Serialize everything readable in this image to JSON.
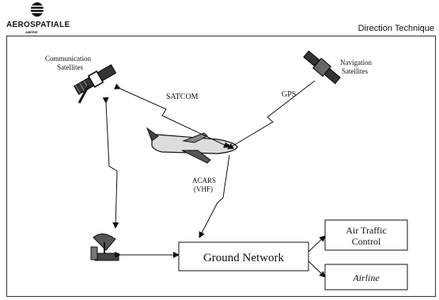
{
  "header": {
    "logo_text": "AEROSPATIALE",
    "logo_sub": "AMERIS",
    "department": "Direction Technique"
  },
  "diagram": {
    "comm_sat_label_1": "Communication",
    "comm_sat_label_2": "Satellites",
    "nav_sat_label_1": "Navigation",
    "nav_sat_label_2": "Satellites",
    "satcom_label": "SATCOM",
    "gps_label": "GPS",
    "acars_label_1": "ACARS",
    "acars_label_2": "(VHF)",
    "ground_network": "Ground Network",
    "atc_label_1": "Air Traffic",
    "atc_label_2": "Control",
    "airline_label": "Airline"
  }
}
